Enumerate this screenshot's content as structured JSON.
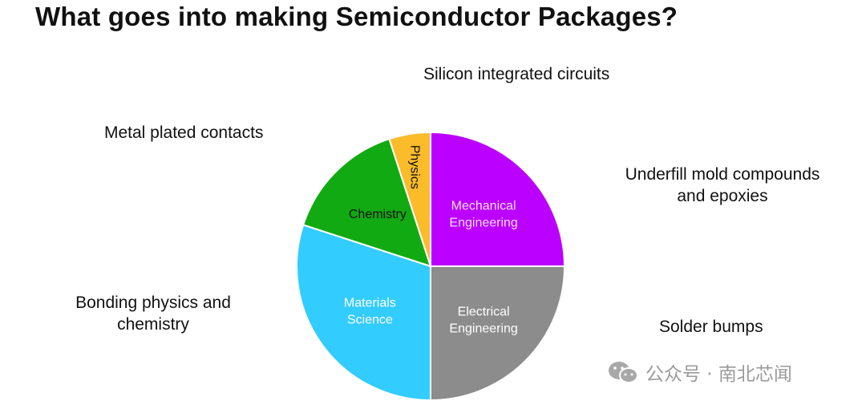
{
  "title": "What goes into making Semiconductor Packages?",
  "annotations": {
    "silicon": "Silicon integrated circuits",
    "metal": "Metal plated contacts",
    "underfill": [
      "Underfill mold compounds",
      "and epoxies"
    ],
    "bonding": [
      "Bonding physics and",
      "chemistry"
    ],
    "solder": "Solder bumps"
  },
  "watermark": "公众号 · 南北芯闻",
  "chart_data": {
    "type": "pie",
    "start_angle_deg": 0,
    "direction": "clockwise",
    "slices": [
      {
        "label": [
          "Mechanical",
          "Engineering"
        ],
        "value": 25,
        "color": "#bb00ff",
        "label_color": "#f0e0ff"
      },
      {
        "label": [
          "Electrical",
          "Engineering"
        ],
        "value": 25,
        "color": "#8c8c8c",
        "label_color": "#ffffff"
      },
      {
        "label": [
          "Materials",
          "Science"
        ],
        "value": 30,
        "color": "#33ccff",
        "label_color": "#ffffff"
      },
      {
        "label": [
          "Chemistry"
        ],
        "value": 15,
        "color": "#12aa12",
        "label_color": "#111111"
      },
      {
        "label": [
          "Physics"
        ],
        "value": 5,
        "color": "#fbbc2c",
        "label_color": "#111111",
        "label_rotated": true
      }
    ]
  }
}
